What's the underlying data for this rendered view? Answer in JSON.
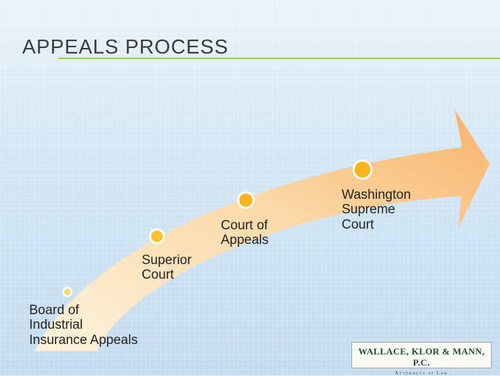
{
  "slide": {
    "title": "APPEALS PROCESS"
  },
  "stages": [
    {
      "label": "Board of\nIndustrial\nInsurance Appeals",
      "marker_color": "#ffd76a"
    },
    {
      "label": "Superior\nCourt",
      "marker_color": "#fcc32a"
    },
    {
      "label": "Court of\nAppeals",
      "marker_color": "#fbb51b"
    },
    {
      "label": "Washington\nSupreme\nCourt",
      "marker_color": "#fbb51b"
    }
  ],
  "logo": {
    "name": "WALLACE, KLOR & MANN, P.C.",
    "subtitle": "Attorneys at Law"
  },
  "colors": {
    "arrow_start": "#fdf2dd",
    "arrow_end": "#f8b36a",
    "rule": "#8fcf5a"
  }
}
